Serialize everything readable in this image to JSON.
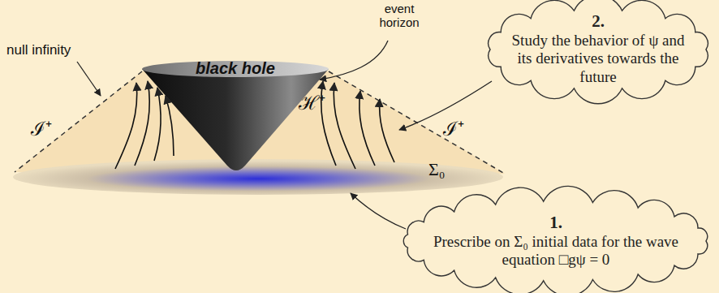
{
  "diagram": {
    "nodes": [
      {
        "text": [
          "2.",
          "Study the behavior of ψ and its derivatives towards the future"
        ]
      },
      {
        "text": [
          "1.",
          "Prescribe on Σ₀ initial data for the wave equation □gψ = 0"
        ]
      }
    ],
    "labels": [
      "null infinity",
      "event horizon",
      "black hole",
      "ℋ⁺",
      "ℐ⁺",
      "ℐ⁺",
      "Σ₀"
    ]
  }
}
